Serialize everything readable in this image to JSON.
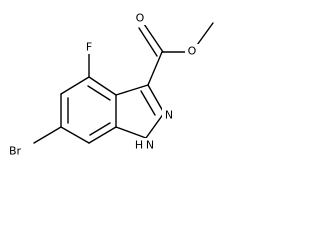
{
  "molecule": {
    "atom_labels": {
      "fluorine": "F",
      "bromine": "Br",
      "carbonyl_oxygen": "O",
      "ester_oxygen": "O",
      "ring_nitrogen": "N",
      "ring_nh": "N",
      "nh_hydrogen": "H"
    }
  }
}
